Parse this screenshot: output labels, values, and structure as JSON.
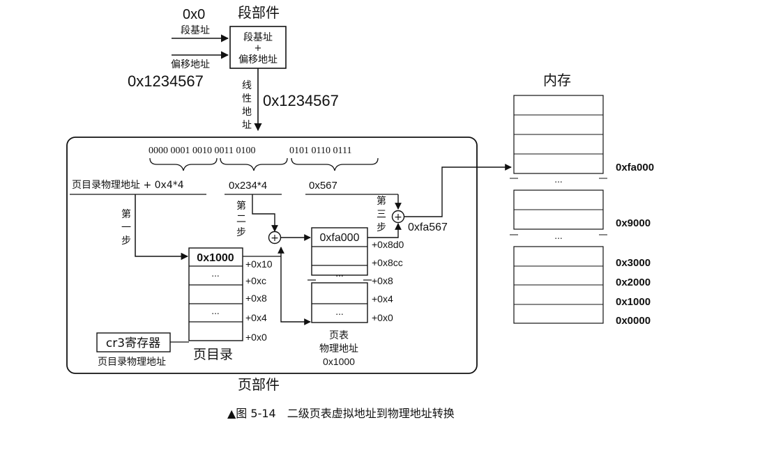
{
  "segment": {
    "title": "段部件",
    "base_value": "0x0",
    "base_label": "段基址",
    "offset_label": "偏移地址",
    "offset_value": "0x1234567",
    "box_line1": "段基址",
    "box_line2": "+",
    "box_line3": "偏移地址"
  },
  "linear": {
    "label_chars": [
      "线",
      "性",
      "地",
      "址"
    ],
    "value": "0x1234567"
  },
  "page_unit": {
    "title": "页部件",
    "bits_a": "0000 0001 0010 0011 0100",
    "bits_b": "0101 0110 0111",
    "pde_calc": "页目录物理地址 + 0x4*4",
    "pte_calc": "0x234*4",
    "offset_calc": "0x567",
    "step1": [
      "第",
      "一",
      "步"
    ],
    "step2": [
      "第",
      "二",
      "步"
    ],
    "step3": [
      "第",
      "三",
      "步"
    ],
    "plus_symbol": "+",
    "result": "0xfa567"
  },
  "page_directory": {
    "title": "页目录",
    "rows": [
      "0x1000",
      "...",
      "",
      "...",
      ""
    ],
    "offsets": [
      "+0x10",
      "+0xc",
      "+0x8",
      "+0x4",
      "+0x0"
    ]
  },
  "cr3": {
    "label": "cr3寄存器",
    "caption": "页目录物理地址"
  },
  "page_table": {
    "rows": [
      "0xfa000",
      "",
      "...",
      "",
      "..."
    ],
    "offsets": [
      "+0x8d0",
      "+0x8cc",
      "+0x8",
      "+0x4",
      "+0x0"
    ],
    "caption_line1": "页表",
    "caption_line2": "物理地址",
    "caption_line3": "0x1000"
  },
  "memory": {
    "title": "内存",
    "ellipsis": "...",
    "labels": [
      "0xfa000",
      "0x9000",
      "0x3000",
      "0x2000",
      "0x1000",
      "0x0000"
    ]
  },
  "figure_caption": "▲图 5-14　二级页表虚拟地址到物理地址转换"
}
